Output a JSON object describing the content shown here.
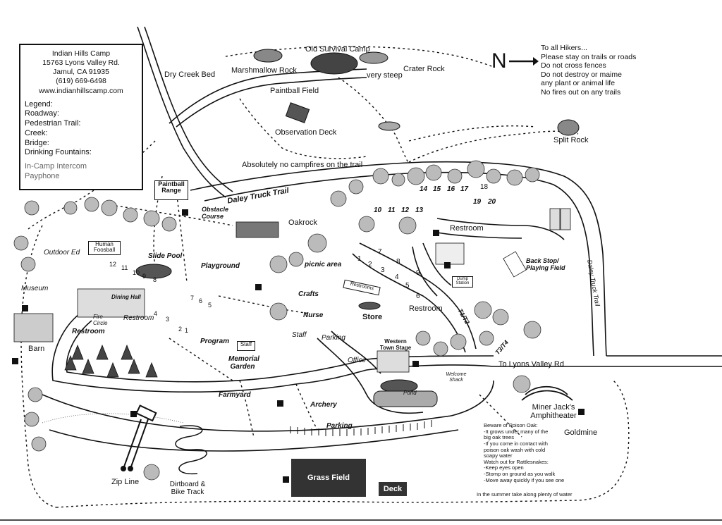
{
  "camp": {
    "name": "Indian Hills Camp",
    "street": "15763 Lyons Valley Rd.",
    "city": "Jamul, CA 91935",
    "phone": "(619) 669-6498",
    "web": "www.indianhillscamp.com"
  },
  "legend": {
    "title": "Legend:",
    "roadway": "Roadway:",
    "trail": "Pedestrian Trail:",
    "creek": "Creek:",
    "bridge": "Bridge:",
    "fountains": "Drinking Fountains:",
    "intercom": "In-Camp Intercom",
    "payphone": "Payphone"
  },
  "north": "N",
  "hikers": {
    "title": "To all Hikers...",
    "rules": [
      "Please stay on trails or roads",
      "Do not cross fences",
      "Do not destroy or maime",
      "any plant or animal life",
      "No fires out on any trails"
    ]
  },
  "places": {
    "old_survival": "Old Survival Camp",
    "marshmallow": "Marshmallow Rock",
    "dry_creek": "Dry Creek Bed",
    "crater": "Crater Rock",
    "very_steep": "very steep",
    "paintball_field": "Paintball Field",
    "observation": "Observation Deck",
    "split_rock": "Split Rock",
    "no_campfires": "Absolutely no campfires on the trail",
    "paintball_range": "Paintball Range",
    "daley_truck": "Daley Truck Trail",
    "obstacle": "Obstacle Course",
    "oakrock": "Oakrock",
    "restroom_ne": "Restroom",
    "back_stop": "Back Stop/ Playing Field",
    "daley_side": "Daley Truck Trail",
    "outdoor_ed": "Outdoor Ed",
    "human_foosball": "Human Foosball",
    "slide_pool": "Slide Pool",
    "playground": "Playground",
    "picnic": "picnic area",
    "museum": "Museum",
    "dining_hall": "Dining Hall",
    "crafts": "Crafts",
    "fire_circle": "Fire Circle",
    "restroom_w": "Restroom",
    "restroom_mid": "Restroom",
    "restroom_sw": "Restroom",
    "nurse": "Nurse",
    "store": "Store",
    "staff": "Staff",
    "program": "Program",
    "staff_sign": "Staff",
    "barn": "Barn",
    "parking_n": "Parking",
    "office": "Office",
    "western_stage": "Western Town Stage",
    "welcome": "Welcome Shack",
    "lyons": "To Lyons Valley Rd",
    "memorial": "Memorial Garden",
    "farmyard": "Farmyard",
    "archery": "Archery",
    "pond": "Pond",
    "parking_s": "Parking",
    "miner": "Miner Jack's Amphitheater",
    "goldmine": "Goldmine",
    "zipline": "Zip Line",
    "dirtboard": "Dirtboard & Bike Track",
    "grass": "Grass Field",
    "deck": "Deck",
    "dump": "Dump Station",
    "restrooms_sign": "Restrooms"
  },
  "site_numbers": {
    "n1": [
      "14",
      "15",
      "16",
      "17",
      "18"
    ],
    "n2": [
      "19",
      "20"
    ],
    "n3": [
      "10",
      "11",
      "12",
      "13"
    ],
    "n4": [
      "1",
      "2",
      "3",
      "4",
      "5",
      "6",
      "7",
      "8",
      "9"
    ],
    "n5": [
      "12",
      "11",
      "10",
      "9",
      "8"
    ],
    "n6": [
      "7",
      "6",
      "5",
      "4",
      "3",
      "2",
      "1"
    ],
    "t1": "T1/T2",
    "t3": "T3/T4"
  },
  "notes": {
    "lines": [
      "Beware of Poison Oak:",
      "-It grows under many of the",
      "big oak trees",
      "-If you come in contact with",
      "poison oak wash with cold",
      "soapy water",
      "Watch out for Rattlesnakes:",
      "-Keep eyes open",
      "-Stomp on ground as you walk",
      "-Move away quickly if you see one"
    ],
    "water": "In the summer take along plenty of water"
  }
}
